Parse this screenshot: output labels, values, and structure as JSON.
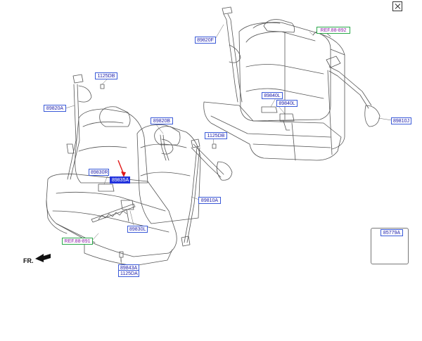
{
  "labels": {
    "seat_belt_rear_center": "89820F",
    "ref_top": "REF.88-892",
    "bolt_top_left": "1125DB",
    "belt_left_outer": "89820A",
    "center_buckle_left": "89840L",
    "center_buckle_right": "89840L",
    "belt_right_retractor": "89810J",
    "belt_front_center": "89820B",
    "bolt_mid": "1125DB",
    "buckle_right": "89830R",
    "buckle_highlight": "89835A",
    "belt_right_outer": "89810A",
    "buckle_left": "89830L",
    "ref_bottom": "REF.88-891",
    "anchor_bolt": "89843A",
    "anchor_bolt_2": "1125DA",
    "inset_part": "85779A"
  },
  "direction_marker": "FR.",
  "colors": {
    "label_border": "#3a5ad8",
    "label_text": "#1a1aa8",
    "ref_border": "#2aa84a",
    "ref_text": "#8a1aa8",
    "highlight": "#2233dd",
    "pointer_arrow": "#e01818",
    "line_art": "#555555"
  },
  "icons": {
    "close": "close-icon",
    "front_direction": "arrow-left-icon"
  }
}
